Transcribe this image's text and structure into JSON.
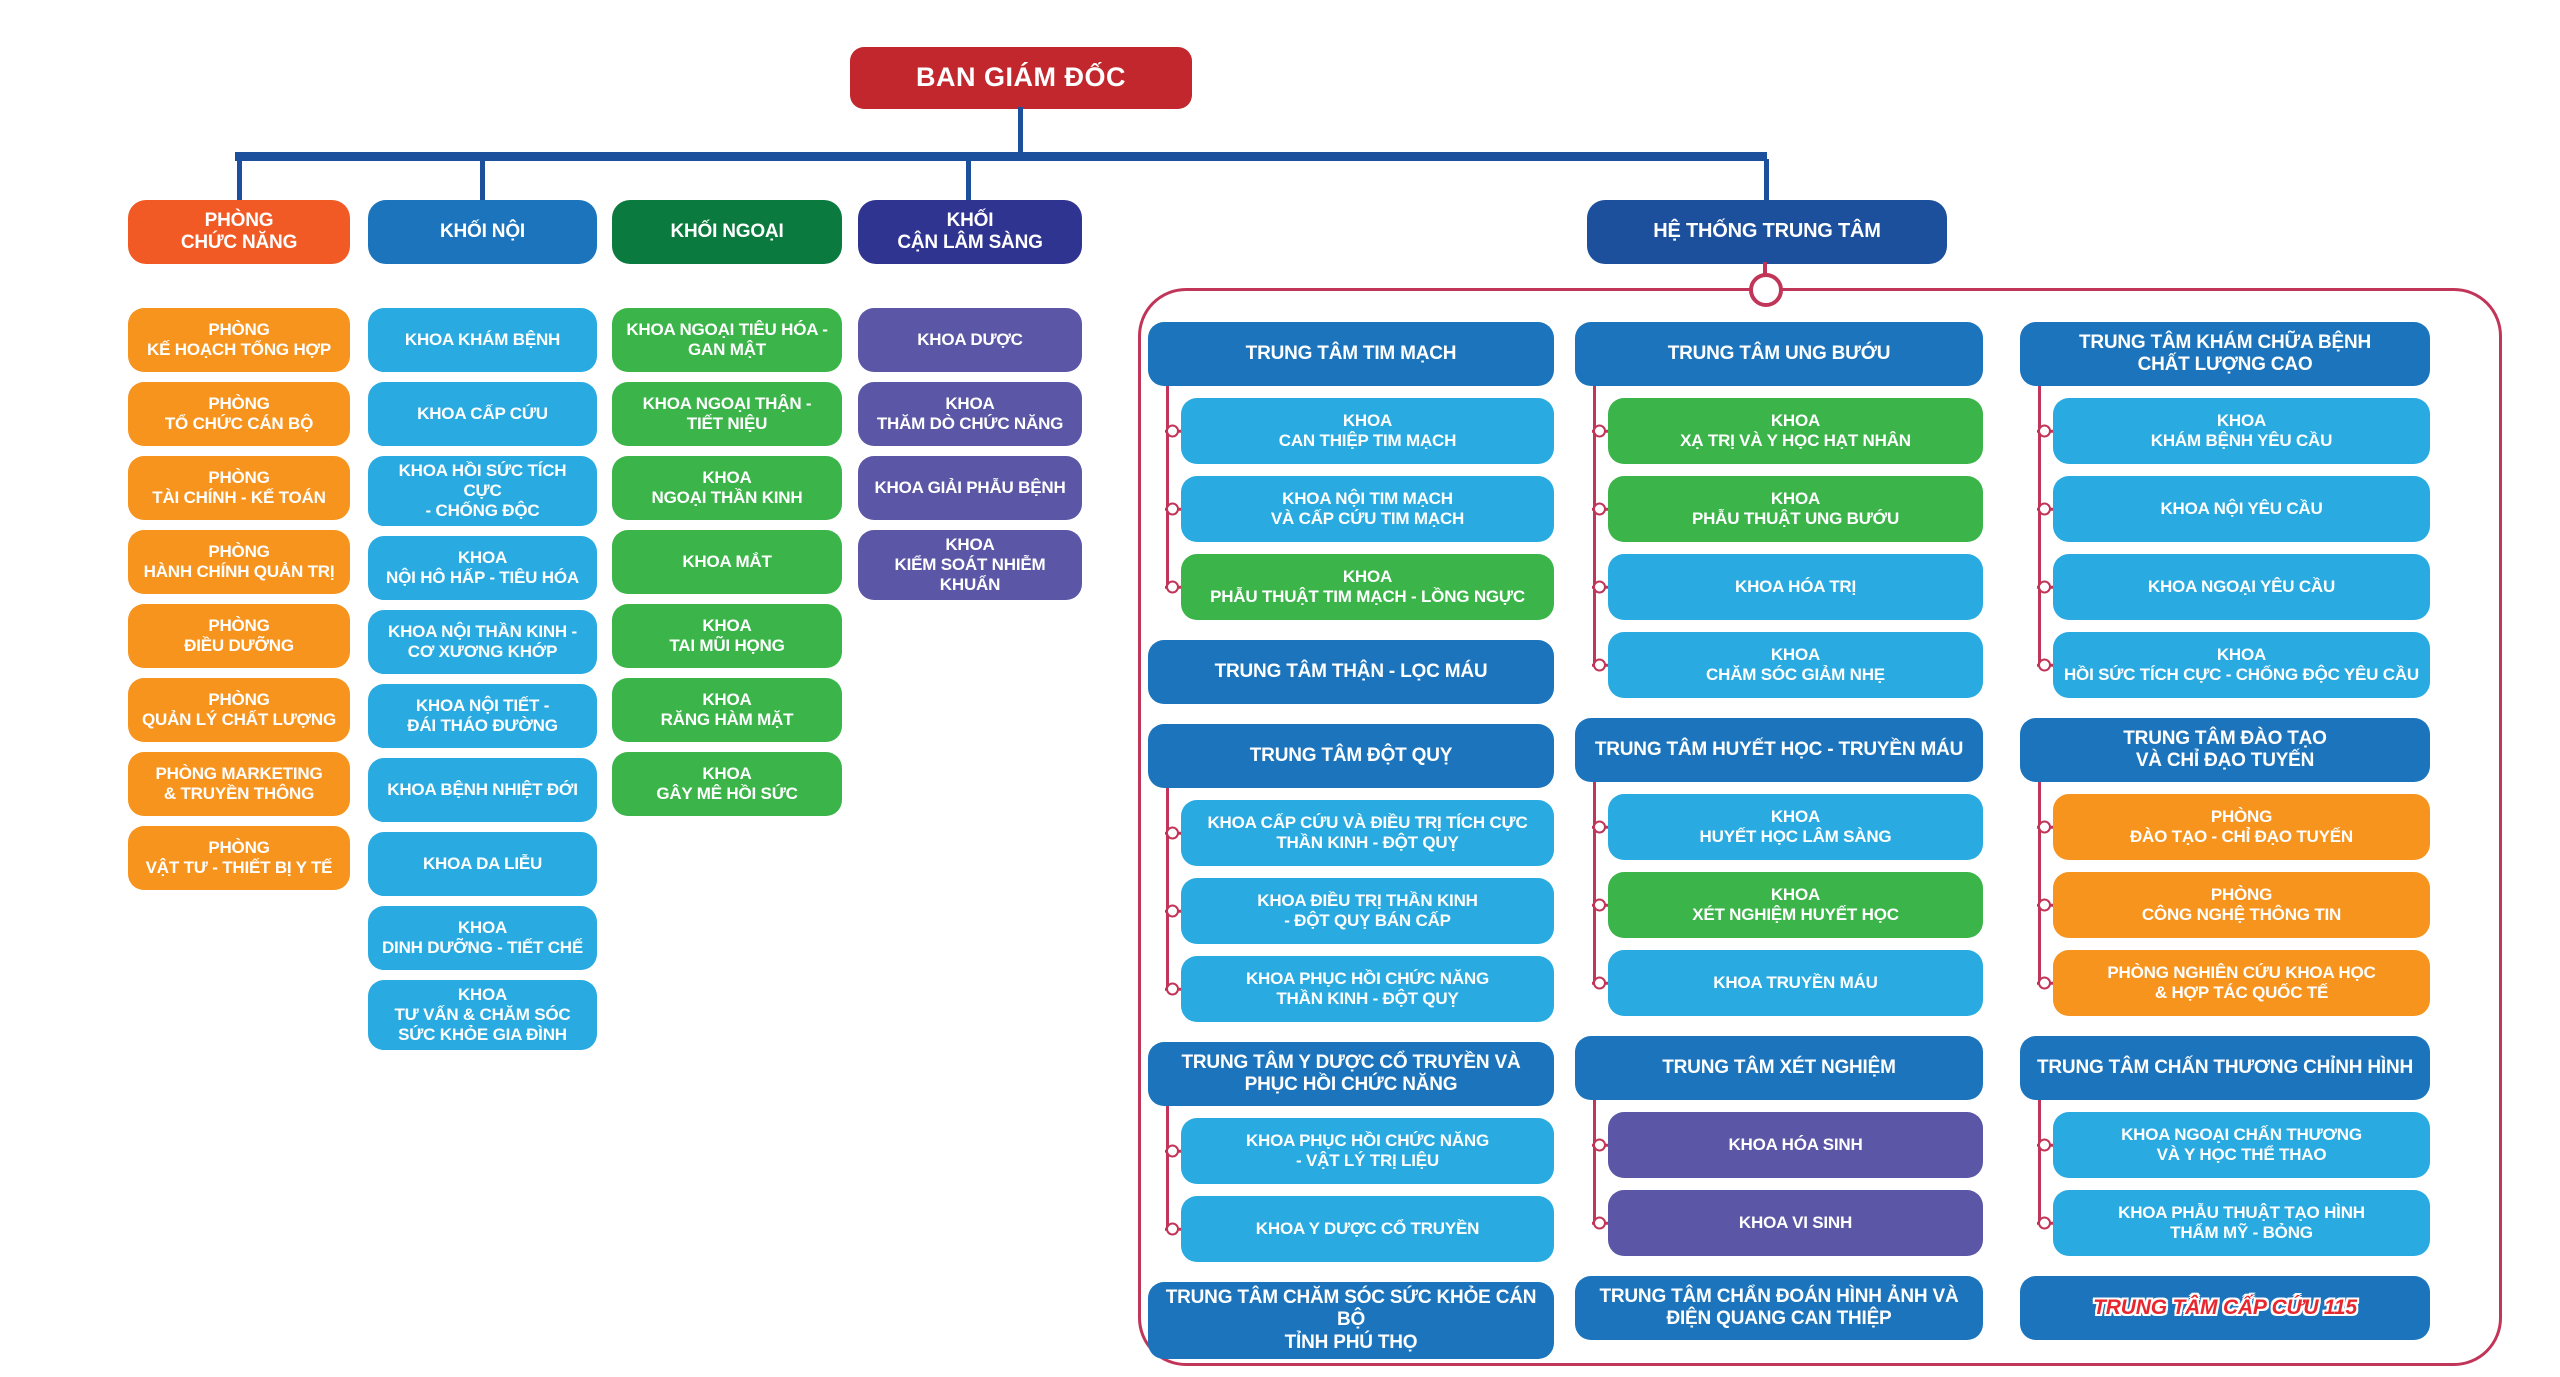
{
  "title": "BAN GIÁM ĐỐC",
  "colors": {
    "red": "#C1272D",
    "navy": "#1C4F9C",
    "crimson": "#C13558",
    "orange_header": "#F15A24",
    "orange": "#F7941E",
    "blue_header": "#1C75BC",
    "blue": "#29ABE2",
    "green_header": "#0B7A3E",
    "green": "#3BB54A",
    "indigo": "#2F3490",
    "purple": "#5B57A6",
    "emergency_red": "#E8262D"
  },
  "left_columns": [
    {
      "id": "phong-chuc-nang",
      "theme": "orange",
      "header": "PHÒNG\nCHỨC NĂNG",
      "items": [
        {
          "label": "PHÒNG\nKẾ HOẠCH TỔNG HỢP"
        },
        {
          "label": "PHÒNG\nTỔ CHỨC CÁN BỘ"
        },
        {
          "label": "PHÒNG\nTÀI CHÍNH - KẾ TOÁN"
        },
        {
          "label": "PHÒNG\nHÀNH CHÍNH QUẢN TRỊ"
        },
        {
          "label": "PHÒNG\nĐIỀU DƯỠNG"
        },
        {
          "label": "PHÒNG\nQUẢN LÝ CHẤT LƯỢNG"
        },
        {
          "label": "PHÒNG MARKETING\n& TRUYỀN THÔNG"
        },
        {
          "label": "PHÒNG\nVẬT TƯ - THIẾT BỊ Y TẾ"
        }
      ]
    },
    {
      "id": "khoi-noi",
      "theme": "blue",
      "header": "KHỐI NỘI",
      "items": [
        {
          "label": "KHOA KHÁM BỆNH"
        },
        {
          "label": "KHOA CẤP CỨU"
        },
        {
          "label": "KHOA HỒI SỨC TÍCH CỰC\n- CHỐNG ĐỘC"
        },
        {
          "label": "KHOA\nNỘI HÔ HẤP - TIÊU HÓA"
        },
        {
          "label": "KHOA NỘI THẦN KINH -\nCƠ XƯƠNG KHỚP"
        },
        {
          "label": "KHOA NỘI TIẾT -\nĐÁI THÁO ĐƯỜNG"
        },
        {
          "label": "KHOA BỆNH NHIỆT ĐỚI"
        },
        {
          "label": "KHOA DA LIỄU"
        },
        {
          "label": "KHOA\nDINH DƯỠNG - TIẾT CHẾ"
        },
        {
          "label": "KHOA\nTƯ VẤN & CHĂM SÓC\nSỨC KHỎE GIA ĐÌNH"
        }
      ]
    },
    {
      "id": "khoi-ngoai",
      "theme": "green",
      "header": "KHỐI NGOẠI",
      "items": [
        {
          "label": "KHOA NGOẠI TIÊU HÓA -\nGAN MẬT"
        },
        {
          "label": "KHOA NGOẠI THẬN -\nTIẾT NIỆU"
        },
        {
          "label": "KHOA\nNGOẠI THẦN KINH"
        },
        {
          "label": "KHOA MẮT"
        },
        {
          "label": "KHOA\nTAI MŨI HỌNG"
        },
        {
          "label": "KHOA\nRĂNG HÀM MẶT"
        },
        {
          "label": "KHOA\nGÂY MÊ HỒI SỨC"
        }
      ]
    },
    {
      "id": "khoi-can-lam-sang",
      "theme": "indigo",
      "header": "KHỐI\nCẬN LÂM SÀNG",
      "items": [
        {
          "label": "KHOA DƯỢC"
        },
        {
          "label": "KHOA\nTHĂM DÒ CHỨC NĂNG"
        },
        {
          "label": "KHOA GIẢI PHẪU BỆNH"
        },
        {
          "label": "KHOA\nKIỂM SOÁT NHIỄM KHUẨN"
        }
      ]
    }
  ],
  "center_system": {
    "header": "HỆ THỐNG TRUNG TÂM",
    "columns": [
      {
        "sections": [
          {
            "header": "TRUNG TÂM TIM MẠCH",
            "children": [
              {
                "label": "KHOA\nCAN THIỆP TIM MẠCH",
                "color": "blue"
              },
              {
                "label": "KHOA NỘI TIM MẠCH\nVÀ CẤP CỨU TIM MẠCH",
                "color": "blue"
              },
              {
                "label": "KHOA\nPHẪU THUẬT TIM MẠCH - LỒNG NGỰC",
                "color": "green"
              }
            ]
          },
          {
            "header": "TRUNG TÂM THẬN - LỌC MÁU",
            "children": []
          },
          {
            "header": "TRUNG TÂM ĐỘT QUỴ",
            "children": [
              {
                "label": "KHOA CẤP CỨU VÀ ĐIỀU TRỊ TÍCH CỰC\nTHẦN KINH - ĐỘT QUỴ",
                "color": "blue"
              },
              {
                "label": "KHOA ĐIỀU TRỊ THẦN KINH\n- ĐỘT QUỴ BÁN CẤP",
                "color": "blue"
              },
              {
                "label": "KHOA PHỤC HỒI CHỨC NĂNG\nTHẦN KINH - ĐỘT QUỴ",
                "color": "blue"
              }
            ]
          },
          {
            "header": "TRUNG TÂM Y DƯỢC CỔ TRUYỀN VÀ\nPHỤC HỒI CHỨC NĂNG",
            "children": [
              {
                "label": "KHOA PHỤC HỒI CHỨC NĂNG\n- VẬT LÝ TRỊ LIỆU",
                "color": "blue"
              },
              {
                "label": "KHOA Y DƯỢC CỔ TRUYỀN",
                "color": "blue"
              }
            ]
          },
          {
            "header": "TRUNG TÂM CHĂM SÓC SỨC KHỎE CÁN BỘ\nTỈNH PHÚ THỌ",
            "children": []
          }
        ]
      },
      {
        "sections": [
          {
            "header": "TRUNG TÂM UNG BƯỚU",
            "children": [
              {
                "label": "KHOA\nXẠ TRỊ VÀ Y HỌC HẠT NHÂN",
                "color": "green"
              },
              {
                "label": "KHOA\nPHẪU THUẬT UNG BƯỚU",
                "color": "green"
              },
              {
                "label": "KHOA HÓA TRỊ",
                "color": "blue"
              },
              {
                "label": "KHOA\nCHĂM SÓC GIẢM NHẸ",
                "color": "blue"
              }
            ]
          },
          {
            "header": "TRUNG TÂM HUYẾT HỌC - TRUYỀN MÁU",
            "children": [
              {
                "label": "KHOA\nHUYẾT HỌC LÂM SÀNG",
                "color": "blue"
              },
              {
                "label": "KHOA\nXÉT NGHIỆM HUYẾT HỌC",
                "color": "green"
              },
              {
                "label": "KHOA TRUYỀN MÁU",
                "color": "blue"
              }
            ]
          },
          {
            "header": "TRUNG TÂM XÉT NGHIỆM",
            "children": [
              {
                "label": "KHOA HÓA SINH",
                "color": "purple"
              },
              {
                "label": "KHOA VI SINH",
                "color": "purple"
              }
            ]
          },
          {
            "header": "TRUNG TÂM CHẨN ĐOÁN HÌNH ẢNH VÀ\nĐIỆN QUANG CAN THIỆP",
            "children": []
          }
        ]
      },
      {
        "sections": [
          {
            "header": "TRUNG TÂM KHÁM CHỮA BỆNH\nCHẤT LƯỢNG CAO",
            "children": [
              {
                "label": "KHOA\nKHÁM BỆNH YÊU CẦU",
                "color": "blue"
              },
              {
                "label": "KHOA NỘI YÊU CẦU",
                "color": "blue"
              },
              {
                "label": "KHOA NGOẠI YÊU CẦU",
                "color": "blue"
              },
              {
                "label": "KHOA\nHỒI SỨC TÍCH CỰC - CHỐNG ĐỘC YÊU CẦU",
                "color": "blue"
              }
            ]
          },
          {
            "header": "TRUNG TÂM ĐÀO TẠO\nVÀ CHỈ ĐẠO TUYẾN",
            "children": [
              {
                "label": "PHÒNG\nĐÀO TẠO - CHỈ ĐẠO TUYẾN",
                "color": "orange"
              },
              {
                "label": "PHÒNG\nCÔNG NGHỆ THÔNG TIN",
                "color": "orange"
              },
              {
                "label": "PHÒNG NGHIÊN CỨU KHOA HỌC\n& HỢP TÁC QUỐC TẾ",
                "color": "orange"
              }
            ]
          },
          {
            "header": "TRUNG TÂM CHẤN THƯƠNG CHỈNH HÌNH",
            "children": [
              {
                "label": "KHOA NGOẠI CHẤN THƯƠNG\nVÀ Y HỌC THỂ THAO",
                "color": "blue"
              },
              {
                "label": "KHOA PHẪU THUẬT TẠO HÌNH\nTHẨM MỸ - BỎNG",
                "color": "blue"
              }
            ]
          },
          {
            "header": "TRUNG TÂM CẤP CỨU 115",
            "style": "emergency",
            "children": []
          }
        ]
      }
    ]
  }
}
